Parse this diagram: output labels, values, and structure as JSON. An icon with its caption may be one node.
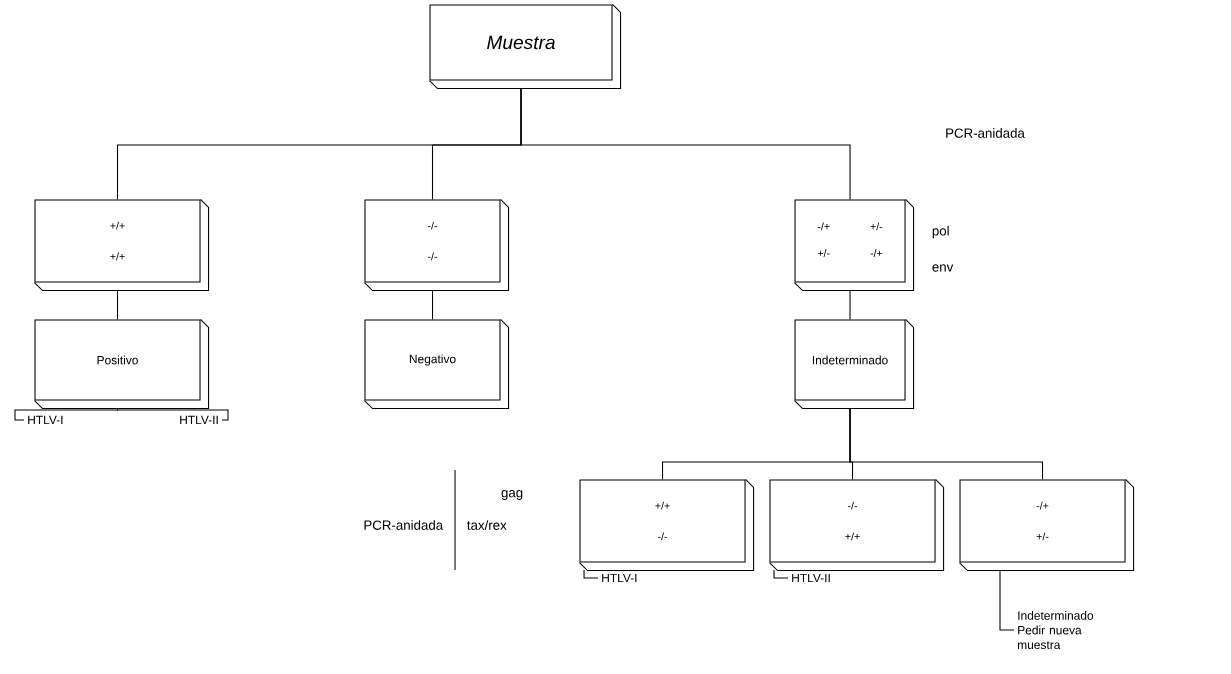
{
  "diagram": {
    "nodes": [
      {
        "text": [
          "Muestra"
        ]
      },
      {
        "text": [
          "+/+",
          "+/+"
        ]
      },
      {
        "text": [
          "-/-",
          "-/-"
        ]
      },
      {
        "text": [
          "-/+",
          "+/-",
          "+/-",
          "-/+"
        ]
      },
      {
        "text": [
          "Positivo"
        ]
      },
      {
        "text": [
          "Negativo"
        ]
      },
      {
        "text": [
          "Indeterminado"
        ]
      },
      {
        "text": [
          "+/+",
          "-/-"
        ]
      },
      {
        "text": [
          "-/-",
          "+/+"
        ]
      },
      {
        "text": [
          "-/+",
          "+/-"
        ]
      },
      {
        "text": [
          "HTLV-I"
        ]
      },
      {
        "text": [
          "HTLV-II"
        ]
      },
      {
        "text": [
          "HTLV-I"
        ]
      },
      {
        "text": [
          "HTLV-II"
        ]
      },
      {
        "text": [
          "Indeterminado Pedir nueva muestra"
        ]
      }
    ],
    "edges": [
      {
        "from": 0,
        "to": 1,
        "arrow": "none"
      },
      {
        "from": 0,
        "to": 2,
        "arrow": "none"
      },
      {
        "from": 0,
        "to": 3,
        "arrow": "none"
      },
      {
        "from": 1,
        "to": 4,
        "arrow": "none"
      },
      {
        "from": 2,
        "to": 5,
        "arrow": "none"
      },
      {
        "from": 3,
        "to": 6,
        "arrow": "none"
      },
      {
        "from": 4,
        "to": 10,
        "arrow": "none"
      },
      {
        "from": 4,
        "to": 11,
        "arrow": "none"
      },
      {
        "from": 6,
        "to": 7,
        "arrow": "none"
      },
      {
        "from": 6,
        "to": 8,
        "arrow": "none"
      },
      {
        "from": 6,
        "to": 9,
        "arrow": "none"
      },
      {
        "from": 7,
        "to": 12,
        "arrow": "none"
      },
      {
        "from": 8,
        "to": 13,
        "arrow": "none"
      },
      {
        "from": 9,
        "to": 14,
        "arrow": "none"
      }
    ],
    "labels": [
      "PCR-anidada",
      "pol",
      "env",
      "gag",
      "PCR-anidada",
      "tax/rex"
    ]
  }
}
